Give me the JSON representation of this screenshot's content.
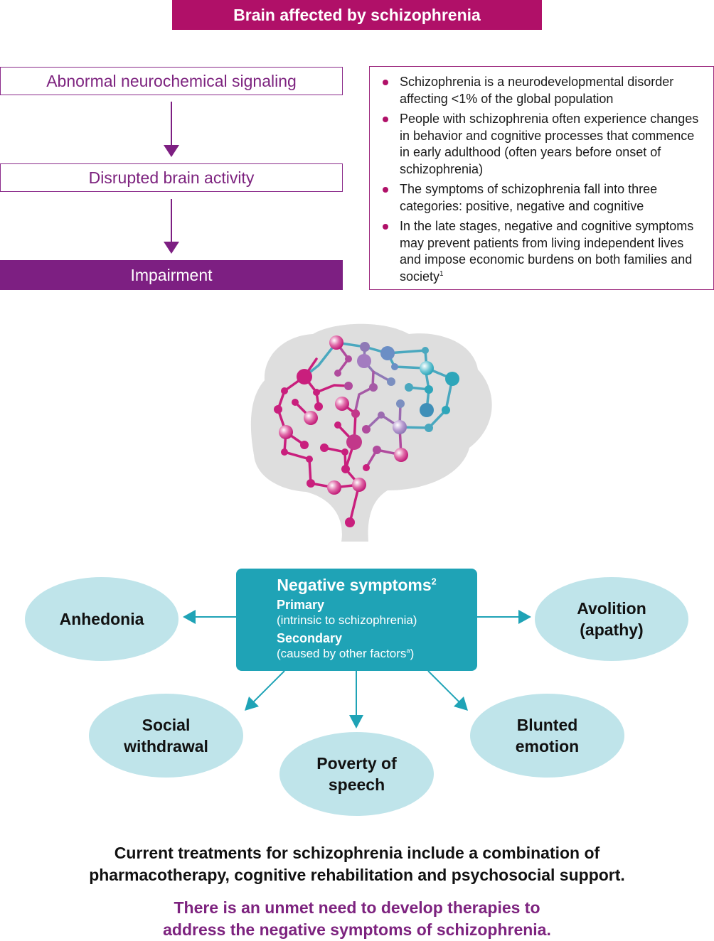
{
  "header": {
    "title": "Brain affected by schizophrenia"
  },
  "flow": {
    "steps": [
      "Abnormal neurochemical signaling",
      "Disrupted brain activity",
      "Impairment"
    ]
  },
  "info": {
    "bullets": [
      "Schizophrenia is a neurodevelopmental disorder affecting <1% of the global population",
      "People with schizophrenia often experience changes in behavior and cognitive processes that commence in early adulthood (often years before onset of schizophrenia)",
      "The symptoms of schizophrenia fall into three categories: positive, negative and cognitive",
      "In the late stages, negative and cognitive symptoms may prevent patients from living independent lives and impose economic burdens on both families and society"
    ],
    "last_superscript": "1"
  },
  "center": {
    "title": "Negative symptoms",
    "title_superscript": "2",
    "primary_label": "Primary",
    "primary_desc": "(intrinsic to schizophrenia)",
    "secondary_label": "Secondary",
    "secondary_desc": "(caused by other factors",
    "secondary_superscript": "a",
    "secondary_close": ")"
  },
  "symptoms": {
    "anhedonia": "Anhedonia",
    "avolition_1": "Avolition",
    "avolition_2": "(apathy)",
    "social_1": "Social",
    "social_2": "withdrawal",
    "poverty_1": "Poverty of",
    "poverty_2": "speech",
    "blunted_1": "Blunted",
    "blunted_2": "emotion"
  },
  "footer": {
    "line1": "Current treatments for schizophrenia include a combination of",
    "line2": "pharmacotherapy, cognitive rehabilitation and psychosocial support.",
    "line3": "There is an unmet need to develop therapies to",
    "line4": "address the negative symptoms of schizophrenia."
  },
  "colors": {
    "magenta": "#b01068",
    "purple": "#7d1f82",
    "teal": "#1fa3b6",
    "light_teal": "#bfe4ea",
    "brain_gray": "#dedede"
  }
}
